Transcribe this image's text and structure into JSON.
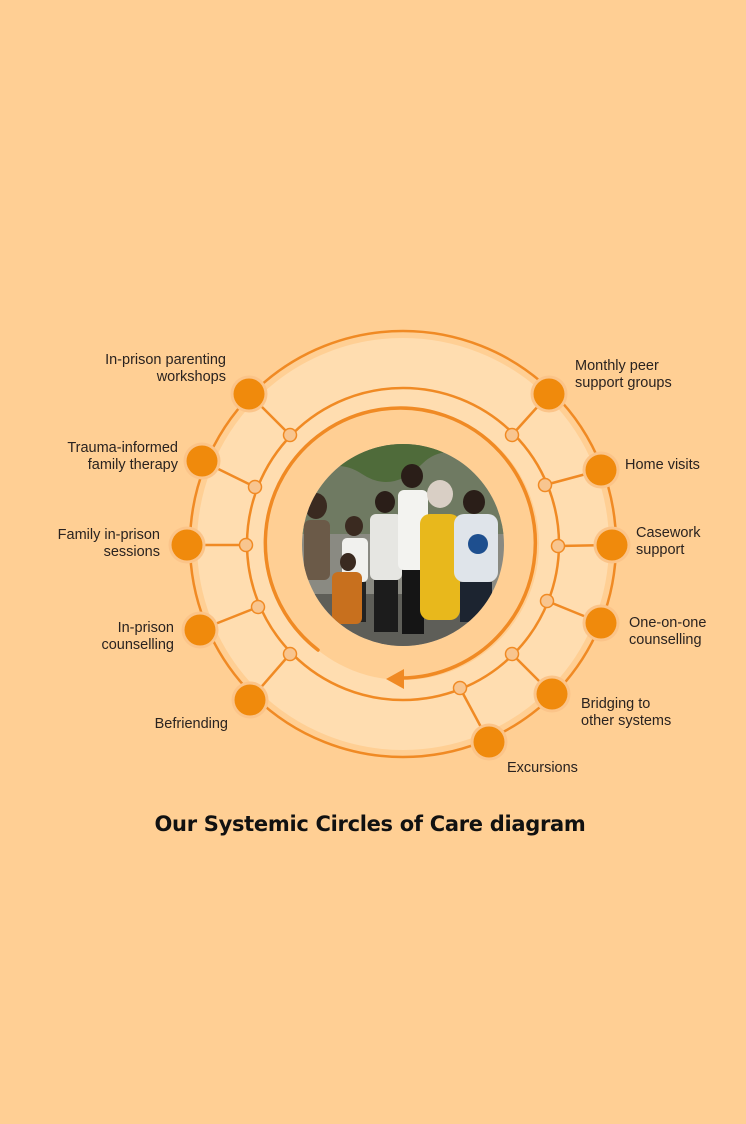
{
  "caption": "Our Systemic Circles of Care diagram",
  "colors": {
    "background": "#ffcf94",
    "ring_fill": "#ffddb0",
    "stroke": "#f08a24",
    "node": "#f08a0c",
    "small_node": "#f8c58f"
  },
  "photo": {
    "description_icon": "family-group-photo"
  },
  "nodes": [
    {
      "id": "in-prison-parenting-workshops",
      "label": "In-prison parenting\nworkshops",
      "side": "left"
    },
    {
      "id": "trauma-informed-family-therapy",
      "label": "Trauma-informed\nfamily therapy",
      "side": "left"
    },
    {
      "id": "family-in-prison-sessions",
      "label": "Family in-prison\nsessions",
      "side": "left"
    },
    {
      "id": "in-prison-counselling",
      "label": "In-prison\ncounselling",
      "side": "left"
    },
    {
      "id": "befriending",
      "label": "Befriending",
      "side": "left"
    },
    {
      "id": "monthly-peer-support-groups",
      "label": "Monthly peer\nsupport groups",
      "side": "right"
    },
    {
      "id": "home-visits",
      "label": "Home visits",
      "side": "right"
    },
    {
      "id": "casework-support",
      "label": "Casework\nsupport",
      "side": "right"
    },
    {
      "id": "one-on-one-counselling",
      "label": "One-on-one\ncounselling",
      "side": "right"
    },
    {
      "id": "bridging-to-other-systems",
      "label": "Bridging to\nother systems",
      "side": "right"
    },
    {
      "id": "excursions",
      "label": "Excursions",
      "side": "right"
    }
  ]
}
